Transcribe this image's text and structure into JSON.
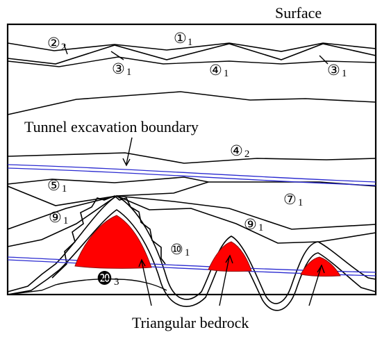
{
  "labels": {
    "surface": "Surface",
    "tunnel_boundary": "Tunnel excavation boundary",
    "triangular_bedrock": "Triangular bedrock"
  },
  "layers": [
    {
      "id": "layer-2-2",
      "symbol": "②",
      "sub": "2"
    },
    {
      "id": "layer-1-1",
      "symbol": "①",
      "sub": "1"
    },
    {
      "id": "layer-3-1a",
      "symbol": "③",
      "sub": "1"
    },
    {
      "id": "layer-4-1",
      "symbol": "④",
      "sub": "1"
    },
    {
      "id": "layer-3-1b",
      "symbol": "③",
      "sub": "1"
    },
    {
      "id": "layer-4-2",
      "symbol": "④",
      "sub": "2"
    },
    {
      "id": "layer-5-1",
      "symbol": "⑤",
      "sub": "1"
    },
    {
      "id": "layer-7-1",
      "symbol": "⑦",
      "sub": "1"
    },
    {
      "id": "layer-9-1a",
      "symbol": "⑨",
      "sub": "1"
    },
    {
      "id": "layer-9-1b",
      "symbol": "⑨",
      "sub": "1"
    },
    {
      "id": "layer-10-1",
      "symbol": "⑩",
      "sub": "1"
    },
    {
      "id": "layer-20-3",
      "symbol": "⓴",
      "sub": "3"
    }
  ],
  "colors": {
    "bedrock": "#ff0000",
    "tunnel": "#2a2ad0",
    "lines": "#000000"
  }
}
